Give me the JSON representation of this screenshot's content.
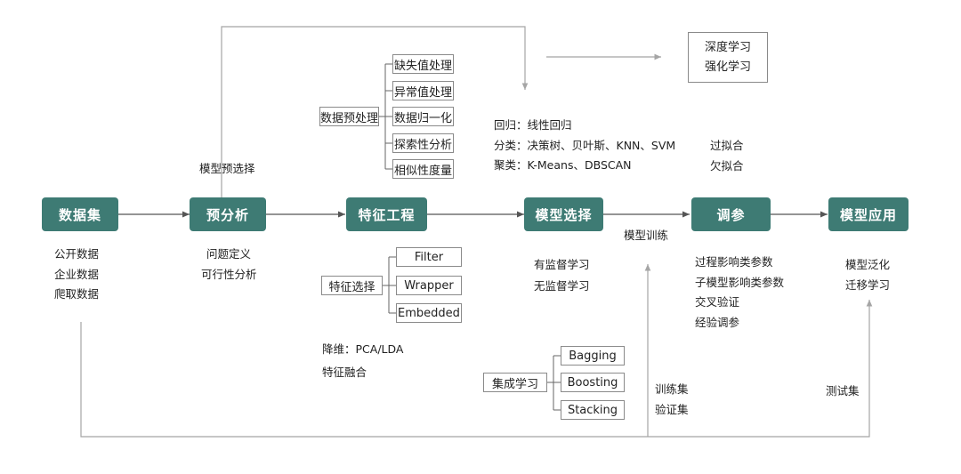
{
  "stages": [
    "数据集",
    "预分析",
    "特征工程",
    "模型选择",
    "调参",
    "模型应用"
  ],
  "dataset_items": [
    "公开数据",
    "企业数据",
    "爬取数据"
  ],
  "preanalysis_items": [
    "问题定义",
    "可行性分析"
  ],
  "model_preselect_label": "模型预选择",
  "preprocess": {
    "root": "数据预处理",
    "children": [
      "缺失值处理",
      "异常值处理",
      "数据归一化",
      "探索性分析",
      "相似性度量"
    ]
  },
  "feature_select": {
    "root": "特征选择",
    "children": [
      "Filter",
      "Wrapper",
      "Embedded"
    ]
  },
  "feature_misc": [
    "降维：PCA/LDA",
    "特征融合"
  ],
  "ensemble": {
    "root": "集成学习",
    "children": [
      "Bagging",
      "Boosting",
      "Stacking"
    ]
  },
  "model_types": [
    "回归：线性回归",
    "分类：决策树、贝叶斯、KNN、SVM",
    "聚类：K-Means、DBSCAN"
  ],
  "advanced_box": [
    "深度学习",
    "强化学习"
  ],
  "fit_items": [
    "过拟合",
    "欠拟合"
  ],
  "model_training_label": "模型训练",
  "supervision_items": [
    "有监督学习",
    "无监督学习"
  ],
  "tuning_items": [
    "过程影响类参数",
    "子模型影响类参数",
    "交叉验证",
    "经验调参"
  ],
  "application_items": [
    "模型泛化",
    "迁移学习"
  ],
  "train_val_items": [
    "训练集",
    "验证集"
  ],
  "test_set_label": "测试集"
}
